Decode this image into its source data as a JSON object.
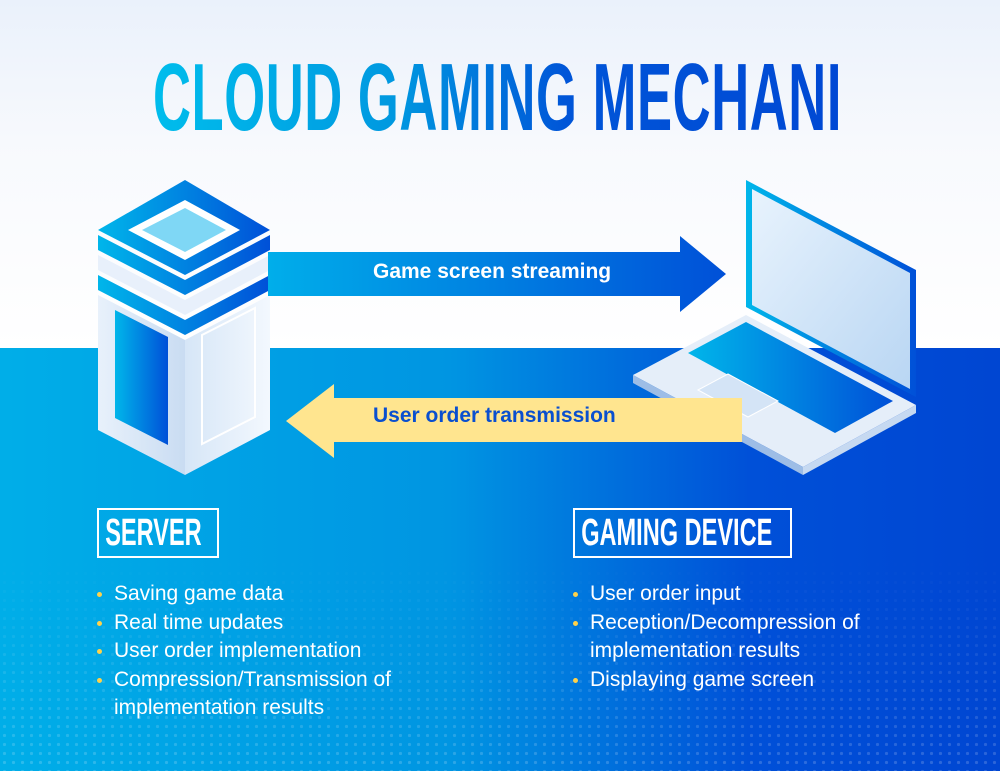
{
  "title": {
    "text": "CLOUD GAMING MECHANISM"
  },
  "arrows": {
    "streaming": "Game screen streaming",
    "transmission": "User order transmission"
  },
  "server": {
    "label": "SERVER",
    "items": [
      "Saving game data",
      "Real time updates",
      "User order implementation",
      "Compression/Transmission of implementation results"
    ]
  },
  "device": {
    "label": "GAMING DEVICE",
    "items": [
      "User order input",
      "Reception/Decompression of implementation results",
      "Displaying game screen"
    ]
  },
  "colors": {
    "cyan": "#00bdec",
    "blue": "#0048d4",
    "yellow": "#ffe58f"
  }
}
